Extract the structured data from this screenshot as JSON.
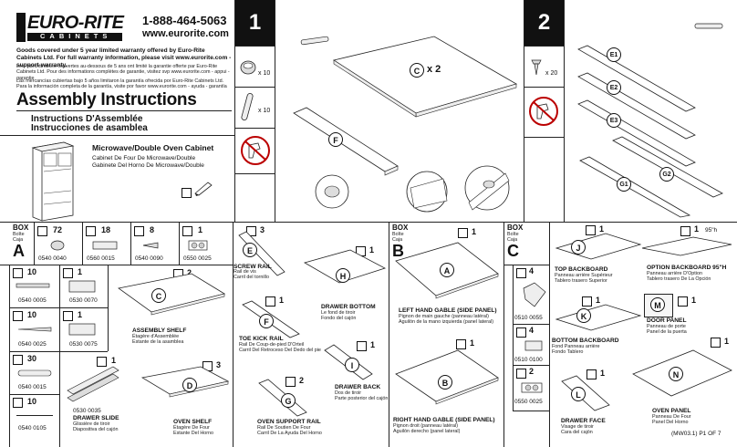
{
  "header": {
    "logo_text": "EURO-RITE",
    "logo_sub": "CABINETS",
    "phone": "1-888-464-5063",
    "website": "www.eurorite.com",
    "warranty_en": "Goods covered under 5 year limited warranty offered by Euro-Rite Cabinets Ltd.  For full warranty information, please visit www.eurorite.com -support-warranty.",
    "warranty_fr": "Les marchandises couvertes au-dessous de 5 ans ont limité la garantie offerte par Euro-Rite Cabinets Ltd.  Pour des informations complètes de garantie, visitez svp www.eurorite.com - appui - garantie",
    "warranty_es": "Las mercancías cubiertas bajo 5 años limitaron la garantía ofrecida por Euro-Rite Cabinets Ltd.  Para la información completa de la garantía, visite por favor www.eurorite.com - ayuda - garantía",
    "title": "Assembly Instructions",
    "title_fr": "Instructions D'Assemblée",
    "title_es": "Instrucciones de asamblea",
    "product": "Microwave/Double Oven Cabinet",
    "product_fr": "Cabinet De Four De Microwave/Double",
    "product_es": "Gabinete Del Horno De Microwave/Double"
  },
  "steps": {
    "step1": {
      "number": "1",
      "qty_a": "x 10",
      "qty_b": "x 10",
      "part_c": "C",
      "part_c_qty": "x 2",
      "part_f": "F"
    },
    "step2": {
      "number": "2",
      "qty": "x 20",
      "labels": [
        "E1",
        "E2",
        "E3",
        "G2",
        "G1"
      ]
    }
  },
  "box_a": {
    "label": "BOX",
    "label_fr": "Boîte",
    "label_es": "Caja",
    "letter": "A",
    "hardware": [
      {
        "qty": "72",
        "part": "0540 0040"
      },
      {
        "qty": "18",
        "part": "0560 0015"
      },
      {
        "qty": "8",
        "part": "0540 0090"
      },
      {
        "qty": "1",
        "part": "0550 0025"
      },
      {
        "qty": "10",
        "part": "0540 0005"
      },
      {
        "qty": "1",
        "part": "0530 0070"
      },
      {
        "qty": "10",
        "part": "0540 0025"
      },
      {
        "qty": "1",
        "part": "0530 0075"
      },
      {
        "qty": "30",
        "part": "0540 0015"
      },
      {
        "qty": "10",
        "part": "0540 0105"
      }
    ],
    "drawer_slide": {
      "qty": "1",
      "part": "0530 0035",
      "name": "DRAWER SLIDE",
      "fr": "Glissière de tiroir",
      "es": "Diapositiva del cajón"
    },
    "panels": [
      {
        "letter": "C",
        "qty": "2",
        "name": "ASSEMBLY SHELF",
        "fr": "Étagère d'Assemblée",
        "es": "Estante de la asamblea"
      },
      {
        "letter": "D",
        "qty": "3",
        "name": "OVEN SHELF",
        "fr": "Étagère De Four",
        "es": "Estante Del Horno"
      },
      {
        "letter": "E",
        "qty": "3",
        "name": "SCREW RAIL",
        "fr": "Rail de vis",
        "es": "Carril del tornillo"
      },
      {
        "letter": "F",
        "qty": "1",
        "name": "TOE KICK RAIL",
        "fr": "Rail De Coup-de-pied D'Orteil",
        "es": "Carril Del Retroceso Del Dedo del pie"
      },
      {
        "letter": "G",
        "qty": "2",
        "name": "OVEN SUPPORT RAIL",
        "fr": "Rail De Soutien De Four",
        "es": "Carril De La Ayuda Del Horno"
      },
      {
        "letter": "H",
        "qty": "1",
        "name": "DRAWER BOTTOM",
        "fr": "Le fond de tiroir",
        "es": "Fondo del cajón"
      },
      {
        "letter": "I",
        "qty": "1",
        "name": "DRAWER BACK",
        "fr": "Dos de tiroir",
        "es": "Parte posterior del cajón"
      }
    ]
  },
  "box_b": {
    "label": "BOX",
    "label_fr": "Boîte",
    "label_es": "Caja",
    "letter": "B",
    "parts": [
      {
        "letter": "A",
        "qty": "1",
        "name": "LEFT HAND GABLE (SIDE PANEL)",
        "fr": "Pignon de main gauche (panneau latéral)",
        "es": "Aguilón de la mano izquierda (panel lateral)"
      },
      {
        "letter": "B",
        "qty": "1",
        "name": "RIGHT HAND GABLE (SIDE PANEL)",
        "fr": "Pignon droit (panneau latéral)",
        "es": "Aguilón derecho (panel lateral)"
      }
    ]
  },
  "box_c": {
    "label": "BOX",
    "label_fr": "Boîte",
    "label_es": "Caja",
    "letter": "C",
    "hardware": [
      {
        "qty": "4",
        "part": "0510 0055"
      },
      {
        "qty": "4",
        "part": "0510 0100"
      },
      {
        "qty": "2",
        "part": "0550 0025"
      }
    ],
    "parts": [
      {
        "letter": "J",
        "qty": "1",
        "name": "TOP BACKBOARD",
        "fr": "Panneau arrière Supérieur",
        "es": "Tablero trasero Superior"
      },
      {
        "letter": "K",
        "qty": "1",
        "name": "BOTTOM BACKBOARD",
        "fr": "Fond Panneau arrière",
        "es": "Fondo Tablero"
      },
      {
        "letter": "L",
        "qty": "1",
        "name": "DRAWER FACE",
        "fr": "Visage de tiroir",
        "es": "Cara del cajón"
      },
      {
        "letter": "",
        "qty": "1",
        "name": "OPTION BACKBOARD 95\"H",
        "fr": "Panneau arrière D'Option",
        "es": "Tablero trasero De La Opción",
        "extra": "95\"h"
      },
      {
        "letter": "M",
        "qty": "1",
        "name": "DOOR PANEL",
        "fr": "Panneau de porte",
        "es": "Panel de la puerta"
      },
      {
        "letter": "N",
        "qty": "1",
        "name": "OVEN PANEL",
        "fr": "Panneau De Four",
        "es": "Panel Del Horno"
      }
    ]
  },
  "footer": {
    "page_ref": "(MW03.1) P1 OF 7"
  }
}
